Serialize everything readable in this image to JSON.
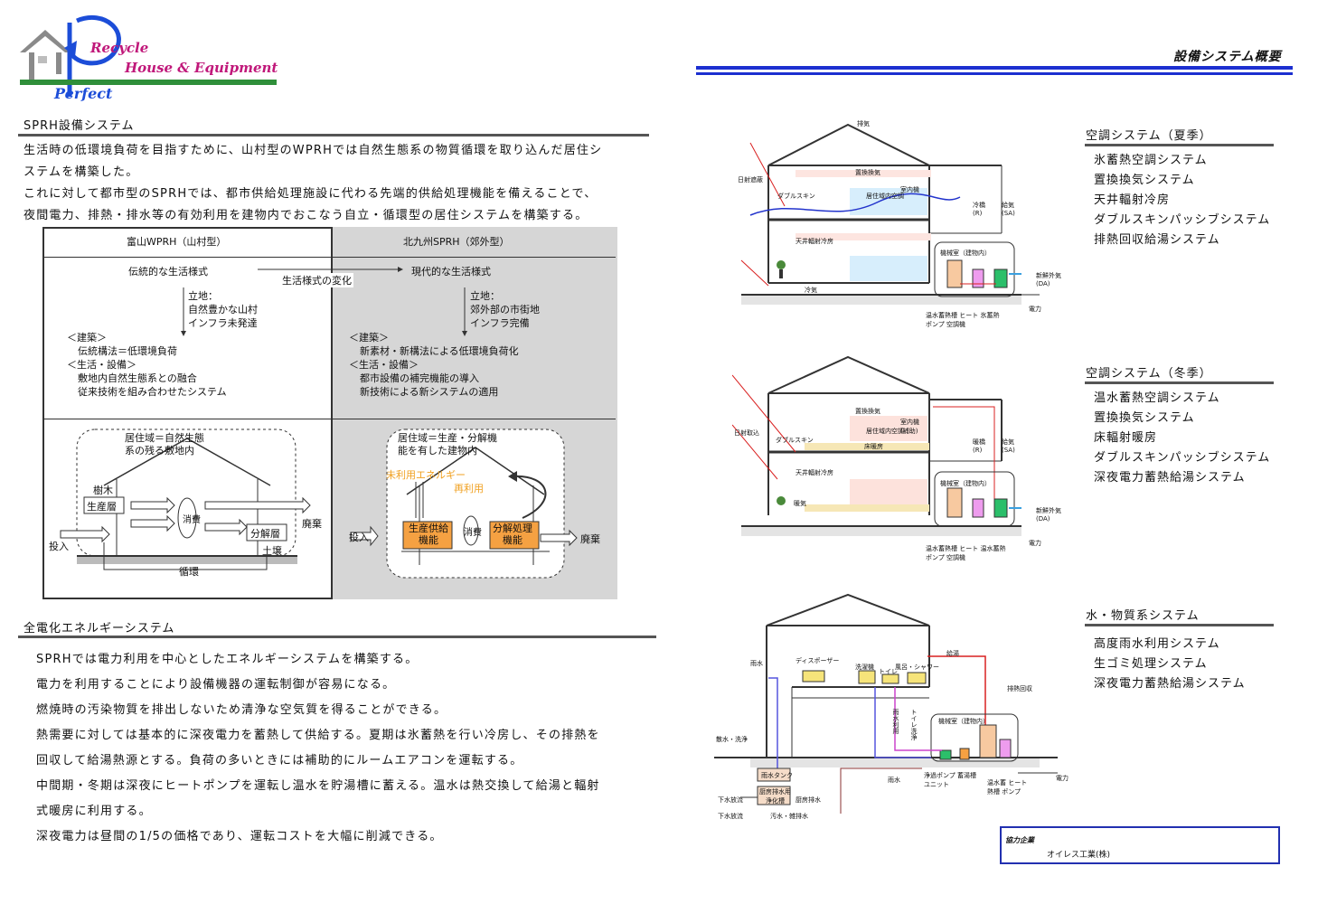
{
  "logo": {
    "recycle": "Recycle",
    "house_equipment": "House & Equipment",
    "perfect": "Perfect"
  },
  "page_title": "設備システム概要",
  "section1": {
    "heading": "SPRH設備システム",
    "paragraphs": [
      "生活時の低環境負荷を目指すために、山村型のWPRHでは自然生態系の物質循環を取り込んだ居住シ",
      "ステムを構築した。",
      "これに対して都市型のSPRHでは、都市供給処理施設に代わる先端的供給処理機能を備えることで、",
      "夜間電力、排熱・排水等の有効利用を建物内でおこなう自立・循環型の居住システムを構築する。"
    ]
  },
  "comparison": {
    "left_header": "富山WPRH（山村型）",
    "right_header": "北九州SPRH（郊外型）",
    "traditional": "伝統的な生活様式",
    "modern": "現代的な生活様式",
    "change": "生活様式の変化",
    "left_location": [
      "立地：",
      "自然豊かな山村",
      "インフラ未発達"
    ],
    "right_location": [
      "立地：",
      "郊外部の市街地",
      "インフラ完備"
    ],
    "left_points": [
      "＜建築＞",
      "伝統構法＝低環境負荷",
      "＜生活・設備＞",
      "敷地内自然生態系との融合",
      "従来技術を組み合わせたシステム"
    ],
    "right_points": [
      "＜建築＞",
      "新素材・新構法による低環境負荷化",
      "＜生活・設備＞",
      "都市設備の補完機能の導入",
      "新技術による新システムの適用"
    ],
    "left_diagram": {
      "region": [
        "居住域＝自然生態",
        "系の残る敷地内"
      ],
      "tree": "樹木",
      "producer": "生産層",
      "consumer": "消費",
      "decomposer": "分解層",
      "soil": "土壌",
      "input": "投入",
      "waste": "廃棄",
      "cycle": "循環"
    },
    "right_diagram": {
      "region": [
        "居住域＝生産・分解機",
        "能を有した建物内"
      ],
      "unused_energy": "未利用エネルギー",
      "reuse": "再利用",
      "supply": [
        "生産供給",
        "機能"
      ],
      "consumer": "消費",
      "process": [
        "分解処理",
        "機能"
      ],
      "input": "投入",
      "waste": "廃棄"
    }
  },
  "section2": {
    "heading": "全電化エネルギーシステム",
    "paragraphs": [
      "SPRHでは電力利用を中心としたエネルギーシステムを構築する。",
      "電力を利用することにより設備機器の運転制御が容易になる。",
      "燃焼時の汚染物質を排出しないため清浄な空気質を得ることができる。",
      "熱需要に対しては基本的に深夜電力を蓄熱して供給する。夏期は氷蓄熱を行い冷房し、その排熱を",
      "回収して給湯熱源とする。負荷の多いときには補助的にルームエアコンを運転する。",
      "中間期・冬期は深夜にヒートポンプを運転し温水を貯湯槽に蓄える。温水は熱交換して給湯と輻射",
      "式暖房に利用する。",
      "深夜電力は昼間の1/5の価格であり、運転コストを大幅に削減できる。"
    ]
  },
  "systems": [
    {
      "heading": "空調システム（夏季）",
      "items": [
        "氷蓄熱空調システム",
        "置換換気システム",
        "天井輻射冷房",
        "ダブルスキンパッシブシステム",
        "排熱回収給湯システム"
      ]
    },
    {
      "heading": "空調システム（冬季）",
      "items": [
        "温水蓄熱空調システム",
        "置換換気システム",
        "床輻射暖房",
        "ダブルスキンパッシブシステム",
        "深夜電力蓄熱給湯システム"
      ]
    },
    {
      "heading": "水・物質系システム",
      "items": [
        "高度雨水利用システム",
        "生ゴミ処理システム",
        "深夜電力蓄熱給湯システム"
      ]
    }
  ],
  "diagram_summer": {
    "exhaust": "排気",
    "sunlight": "日射遮蔽",
    "double_skin": "ダブルスキン",
    "disp_vent": "置換換気",
    "occupied_ac": "居住域内空調",
    "indoor_unit": "室内機",
    "ceiling_radiant": "天井輻射冷房",
    "cooling": "冷橋\n(R)",
    "supply_air": "給気\n(SA)",
    "machine_room": "機械室（建物内）",
    "outdoor_air": "新鮮外気\n(DA)",
    "power": "電力",
    "equipment": "温水蓄熱槽 ヒート 氷蓄熱\nポンプ 空調機",
    "outdoor_unit": "冷気"
  },
  "diagram_winter": {
    "sunlight": "日射取込",
    "double_skin": "ダブルスキン",
    "disp_vent": "置換換気",
    "occupied_ac": "居住域内空調",
    "floor_heating": "床暖房",
    "indoor_unit": "室内機\n(補助)",
    "ceiling_radiant": "天井輻射冷房",
    "heating": "暖橋\n(R)",
    "supply_air": "給気\n(SA)",
    "machine_room": "機械室（建物内）",
    "outdoor_air": "新鮮外気\n(DA)",
    "power": "電力",
    "equipment": "温水蓄熱槽 ヒート 温水蓄熱\nポンプ 空調機",
    "warm": "暖気"
  },
  "diagram_water": {
    "rain": "雨水",
    "disposer": "ディスポーザー",
    "washer": "洗濯機",
    "toilet": "トイレ",
    "bath": "風呂・シャワー",
    "hot_water": "給湯",
    "heat_recovery": "排熱回収",
    "machine_room": "機械室（建物内）",
    "irrigation": "散水・洗浄",
    "rain_tank": "雨水タンク",
    "kitchen_tank": "厨房排水用\n浄化槽",
    "kitchen_drain": "厨房排水",
    "sewer": "下水放流",
    "sewer2": "下水放流",
    "gray": "汚水・雑排水",
    "rain2": "雨水",
    "pump_unit": "浄過ポンプ 蓄湯槽\nユニット",
    "hp": "温水蓄 ヒート\n熱槽 ポンプ",
    "power": "電力",
    "rain_use": "雨水利用",
    "toilet_use": "トイレ洗浄"
  },
  "cooperation": {
    "label": "協力企業",
    "company": "オイレス工業(株)"
  }
}
